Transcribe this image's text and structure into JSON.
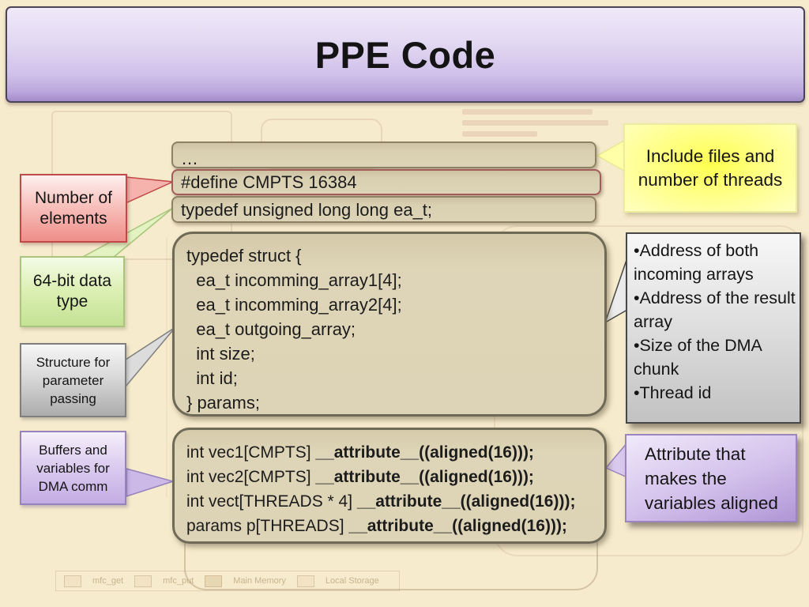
{
  "slide": {
    "title": "PPE Code"
  },
  "code": {
    "top_boxes": {
      "ellipsis": "…",
      "define": "#define CMPTS 16384",
      "typedef": "typedef unsigned long long ea_t;"
    },
    "struct_block": {
      "lines": [
        "typedef struct {",
        "  ea_t incomming_array1[4];",
        "  ea_t incomming_array2[4];",
        "  ea_t outgoing_array;",
        "  int size;",
        "  int id;",
        "} params;"
      ]
    },
    "attr_block": {
      "lines": [
        {
          "pre": "int vec1[CMPTS] ",
          "bold": "__attribute__((aligned(16)));"
        },
        {
          "pre": "int vec2[CMPTS] ",
          "bold": "__attribute__((aligned(16)));"
        },
        {
          "pre": "int vect[THREADS * 4] ",
          "bold": "__attribute__((aligned(16)));"
        },
        {
          "pre": "params p[THREADS] ",
          "bold": "__attribute__((aligned(16)));"
        }
      ]
    }
  },
  "callouts": {
    "number_of_elements": "Number of elements",
    "data_type": "64-bit data type",
    "structure": "Structure for parameter passing",
    "buffers": "Buffers and variables  for DMA comm",
    "include_files": "Include files and number of threads",
    "struct_contents": {
      "items": [
        "•Address of both incoming arrays",
        "•Address of the result array",
        "•Size of the DMA chunk",
        "•Thread id"
      ]
    },
    "attribute_note": "Attribute  that makes the variables aligned"
  },
  "background_legend": {
    "items": [
      "mfc_get",
      "mfc_put",
      "Main Memory",
      "Local Storage"
    ]
  },
  "colors": {
    "slide_background": "#f7ebcd",
    "banner_purple": "#c5b2e4",
    "code_box_fill": "#dbd1b4",
    "code_box_border": "#8d8263",
    "define_border": "#a35b5b",
    "callout_red": "#bf4a47",
    "callout_green": "#c4e294",
    "callout_gray": "#acacac",
    "callout_purple": "#c3ace3",
    "callout_yellow": "#ffff4f",
    "text": "#1c1c1c"
  }
}
